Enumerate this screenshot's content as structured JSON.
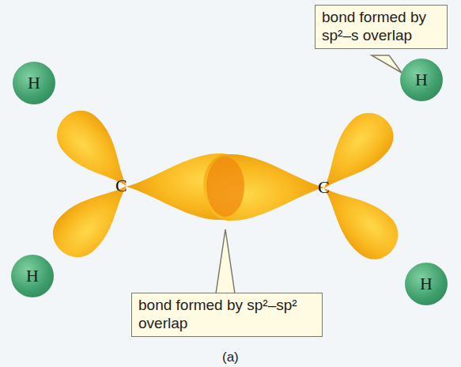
{
  "diagram": {
    "caption": "(a)",
    "nodes": [
      {
        "text": [
          "H"
        ]
      },
      {
        "text": [
          "bond formed by sp²–s overlap"
        ]
      },
      {
        "text": [
          "H"
        ]
      },
      {
        "text": [
          "H"
        ]
      },
      {
        "text": [
          "H"
        ]
      },
      {
        "text": [
          "bond formed by sp²–sp² overlap"
        ]
      }
    ],
    "labels": [
      "C",
      "C"
    ]
  }
}
